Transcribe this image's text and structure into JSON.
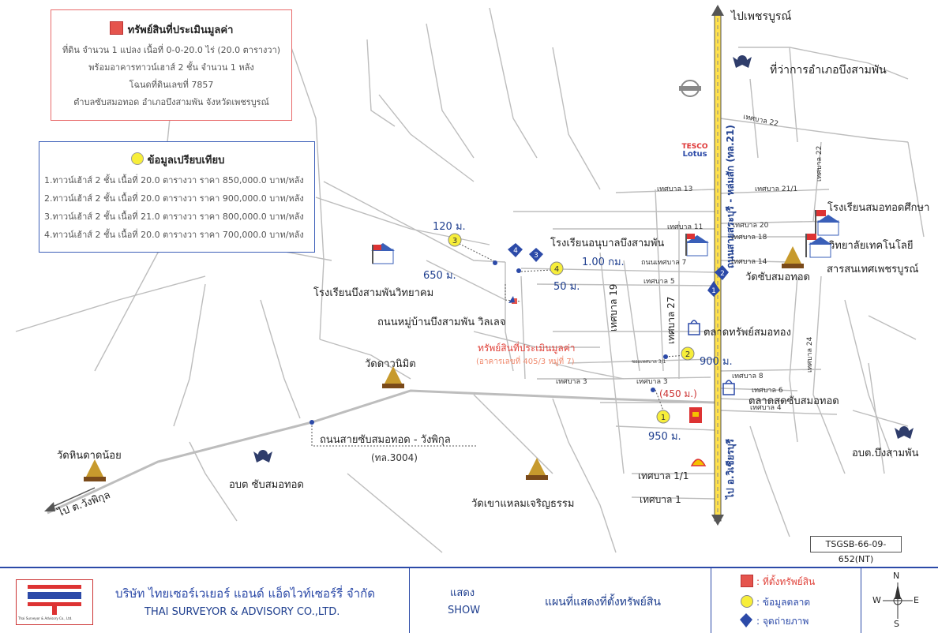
{
  "subject_box": {
    "title": "ทรัพย์สินที่ประเมินมูลค่า",
    "lines": [
      "ที่ดิน จำนวน 1 แปลง เนื้อที่ 0-0-20.0 ไร่ (20.0 ตารางวา)",
      "พร้อมอาคารทาวน์เฮาส์ 2 ชั้น จำนวน 1 หลัง",
      "โฉนดที่ดินเลขที่ 7857",
      "ตำบลซับสมอทอด อำเภอบึงสามพัน จังหวัดเพชรบูรณ์"
    ]
  },
  "comparables_box": {
    "title": "ข้อมูลเปรียบเทียบ",
    "items": [
      "1.ทาวน์เฮ้าส์ 2 ชั้น เนื้อที่ 20.0 ตารางวา ราคา 850,000.0 บาท/หลัง",
      "2.ทาวน์เฮ้าส์ 2 ชั้น เนื้อที่ 20.0 ตารางวา ราคา 900,000.0 บาท/หลัง",
      "3.ทาวน์เฮ้าส์ 2 ชั้น เนื้อที่ 21.0 ตารางวา ราคา 800,000.0 บาท/หลัง",
      "4.ทาวน์เฮ้าส์ 2 ชั้น เนื้อที่ 20.0 ตารางวา ราคา 700,000.0 บาท/หลัง"
    ]
  },
  "map": {
    "to_phetchabun": "ไปเพชรบูรณ์",
    "district_office": "ที่ว่าการอำเภอบึงสามพัน",
    "main_road": "ถนนสายสระบุรี - หล่มสัก (ทล.21)",
    "to_wichianburi": "ไป อ.วิเชียรบุรี",
    "road_3004_name": "ถนนสายซับสมอทอด - วังพิกุล",
    "road_3004_code": "(ทล.3004)",
    "to_wangpikul": "ไป ต.วังพิกุล",
    "village_road": "ถนนหมู่บ้านบึงสามพัน วิลเลจ",
    "subject_label": "ทรัพย์สินที่ประเมินมูลค่า",
    "subject_address": "(อาคารเลขที่ 405/3 หมู่ที่ 7)",
    "places": {
      "school_somthod_suksa": "โรงเรียนสมอทอดศึกษา",
      "tech_college": "วิทยาลัยเทคโนโลยี",
      "tech_college2": "สารสนเทศเพชรบูรณ์",
      "kindergarten": "โรงเรียนอนุบาลบึงสามพัน",
      "wat_sapsomthod": "วัดซับสมอทอด",
      "school_bsp_wittayakhom": "โรงเรียนบึงสามพันวิทยาคม",
      "market_somthong": "ตลาดทรัพย์สมอทอง",
      "fresh_market": "ตลาดสดซับสมอทอด",
      "wat_daonimit": "วัดดาวนิมิต",
      "wat_hindatnoi": "วัดหินดาดน้อย",
      "obt_sapsomthod": "อบต ซับสมอทอด",
      "obt_bsp": "อบต.บึงสามพัน",
      "wat_khaolaem": "วัดเขาแหลมเจริญธรรม"
    },
    "distances": {
      "d120": "120 ม.",
      "d650": "650 ม.",
      "d100km": "1.00 กม.",
      "d50": "50 ม.",
      "d900": "900 ม.",
      "d450": "(450 ม.)",
      "d950": "950 ม."
    },
    "roads": {
      "t22": "เทศบาล 22",
      "t22v": "เทศบาล 22",
      "t13": "เทศบาล 13",
      "t21_1": "เทศบาล 21/1",
      "t11": "เทศบาล 11",
      "t20": "เทศบาล 20",
      "t18": "เทศบาล 18",
      "t7": "ถนนเทศบาล 7",
      "t14": "เทศบาล 14",
      "t5": "เทศบาล 5",
      "t19": "เทศบาล 19",
      "t27": "เทศบาล 27",
      "t24": "เทศบาล 24",
      "t3": "เทศบาล 3",
      "t3b": "เทศบาล 3",
      "t8": "เทศบาล 8",
      "t6": "เทศบาล 6",
      "t4": "เทศบาล 4",
      "t1_1": "เทศบาล 1/1",
      "t1": "เทศบาล 1",
      "t_small": "ซอยเทศบาล 3/1"
    },
    "markers": {
      "c1": "1",
      "c2": "2",
      "c3": "3",
      "c4": "4",
      "p1": "1",
      "p2": "2",
      "p3": "3",
      "p4": "4"
    },
    "tesco": "TESCO",
    "lotus": "Lotus"
  },
  "doc_code": "TSGSB-66-09-652(NT)",
  "footer": {
    "company_th": "บริษัท ไทยเซอร์เวเยอร์ แอนด์ แอ็ดไวท์เซอร์รี่ จำกัด",
    "company_en": "THAI SURVEYOR & ADVISORY CO.,LTD.",
    "logo_caption": "Thai Surveyor & Advisory Co., Ltd.",
    "show_th": "แสดง",
    "show_en": "SHOW",
    "map_title": "แผนที่แสดงที่ตั้งทรัพย์สิน",
    "legend_property": ": ที่ตั้งทรัพย์สิน",
    "legend_market": ": ข้อมูลตลาด",
    "legend_photo": ": จุดถ่ายภาพ",
    "compass": {
      "n": "N",
      "s": "S",
      "e": "E",
      "w": "W"
    }
  },
  "colors": {
    "road": "#b9b9b9",
    "main_road": "#ffe14d",
    "marker_blue": "#2c4aa8",
    "comparable_yellow": "#f7ee3a",
    "subject_red": "#e5544d"
  }
}
